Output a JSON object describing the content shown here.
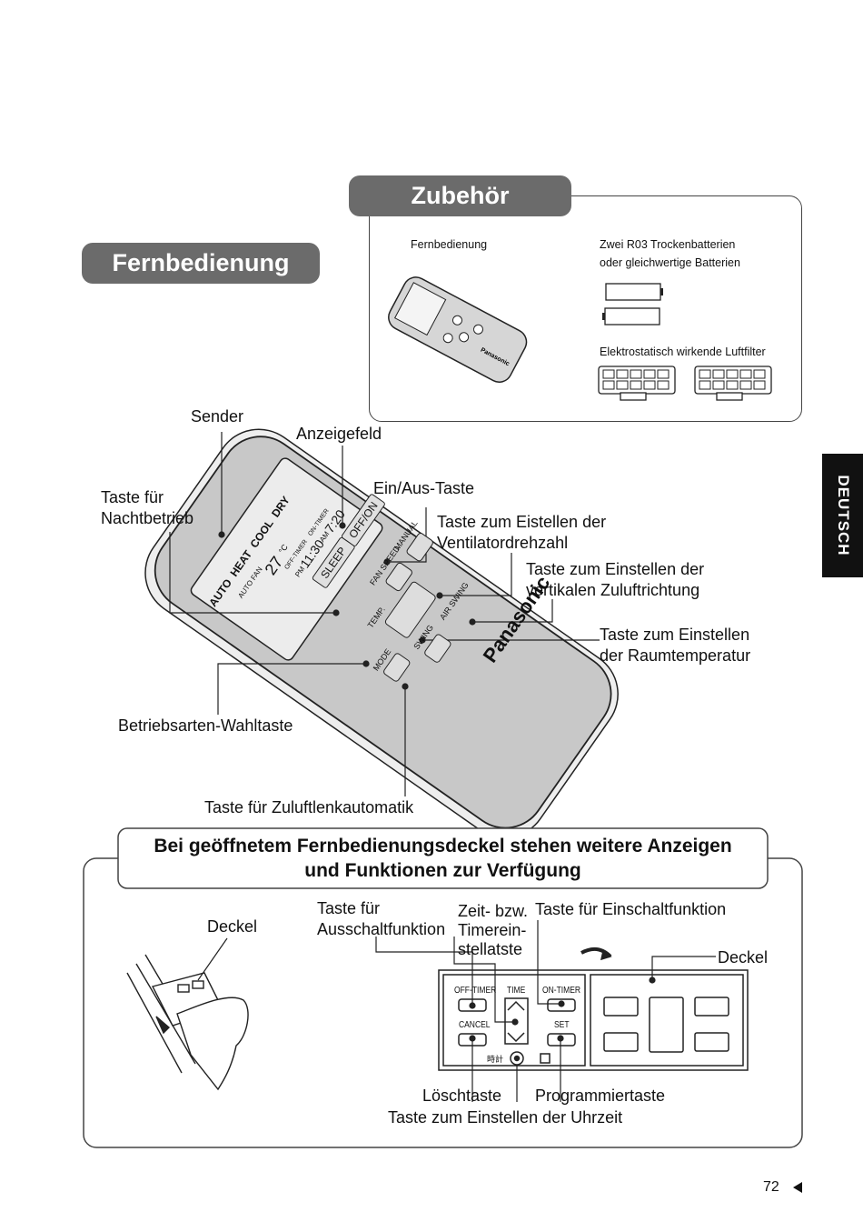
{
  "headings": {
    "fernbedienung": "Fernbedienung",
    "zubehoer": "Zubehör"
  },
  "accessories": {
    "remote": "Fernbedienung",
    "batteries_line1": "Zwei R03 Trockenbatterien",
    "batteries_line2": "oder gleichwertige Batterien",
    "filter": "Elektrostatisch wirkende Luftfilter"
  },
  "side_tab": "DEUTSCH",
  "remote_labels": {
    "sender": "Sender",
    "anzeigefeld": "Anzeigefeld",
    "ein_aus": "Ein/Aus-Taste",
    "nacht_1": "Taste für",
    "nacht_2": "Nachtbetrieb",
    "vent_1": "Taste zum Eistellen der",
    "vent_2": "Ventilatordrehzahl",
    "vert_1": "Taste zum Einstellen der",
    "vert_2": "vertikalen Zuluftrichtung",
    "raum_1": "Taste zum Einstellen",
    "raum_2": "der Raumtemperatur",
    "betrieb": "Betriebsarten-Wahltaste",
    "zuluft": "Taste für Zuluftlenkautomatik"
  },
  "remote_face": {
    "modes": "AUTO  HEAT  COOL  DRY",
    "auto_fan": "AUTO FAN",
    "temp": "27",
    "unit": "°C",
    "off_timer": "OFF-TIMER",
    "on_timer": "ON-TIMER",
    "pm": "PM",
    "pm_time": "11:30",
    "am": "AM",
    "am_time": "7:20",
    "sleep": "SLEEP",
    "offon": "OFF/ON",
    "fan_speed": "FAN SPEED",
    "manual": "MANUAL",
    "temp_btn": "TEMP.",
    "mode": "MODE",
    "swing": "SWING",
    "air_swing": "AIR SWING",
    "brand": "Panasonic"
  },
  "cover_section": {
    "title_1": "Bei geöffnetem Fernbedienungsdeckel stehen weitere Anzeigen",
    "title_2": "und Funktionen zur Verfügung",
    "deckel_left": "Deckel",
    "aus_1": "Taste für",
    "aus_2": "Ausschaltfunktion",
    "zeit_1": "Zeit- bzw.",
    "zeit_2": "Timerein-",
    "zeit_3": "stellatste",
    "ein": "Taste für Einschaltfunktion",
    "deckel_right": "Deckel",
    "loesch": "Löschtaste",
    "prog": "Programmiertaste",
    "uhr": "Taste zum Einstellen der Uhrzeit"
  },
  "panel_buttons": {
    "off_timer": "OFF-TIMER",
    "time": "TIME",
    "on_timer": "ON-TIMER",
    "cancel": "CANCEL",
    "set": "SET",
    "clock_kanji": "時計"
  },
  "page_number": "72"
}
